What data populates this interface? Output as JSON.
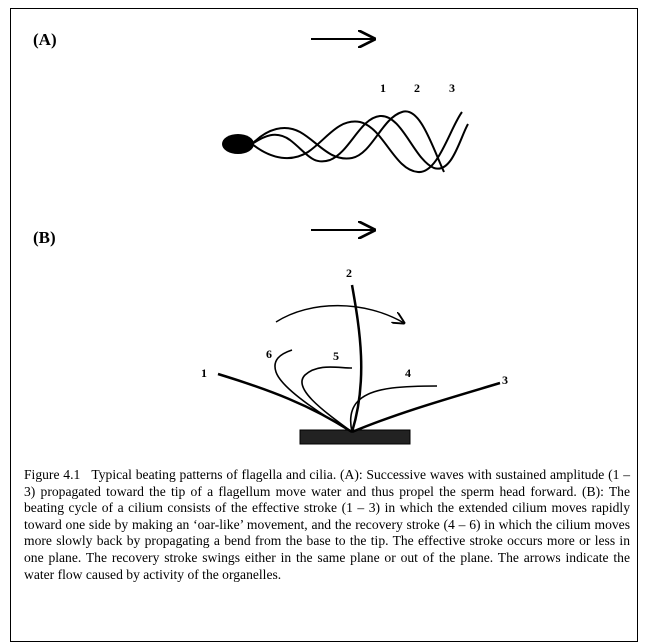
{
  "panels": [
    {
      "label": "(A)",
      "wave_labels": [
        "1",
        "2",
        "3"
      ]
    },
    {
      "label": "(B)",
      "stroke_labels": [
        "1",
        "2",
        "3",
        "4",
        "5",
        "6"
      ]
    }
  ],
  "caption": {
    "figure_label": "Figure 4.1",
    "text": "Typical beating patterns of flagella and cilia. (A): Successive waves with sustained amplitude (1 – 3) propagated toward the tip of a flagellum move water and thus propel the sperm head forward. (B): The beating cycle of a cilium consists of the effective stroke (1 – 3) in which the extended cilium moves rapidly toward one side by making an ‘oar-like’ movement, and the recovery stroke (4 – 6) in which the cilium moves more slowly back by propagating a bend from the base to the tip. The effective stroke occurs more or less in one plane. The recovery stroke swings either in the same plane or out of the plane. The arrows indicate the water flow caused by activity of the organelles."
  }
}
